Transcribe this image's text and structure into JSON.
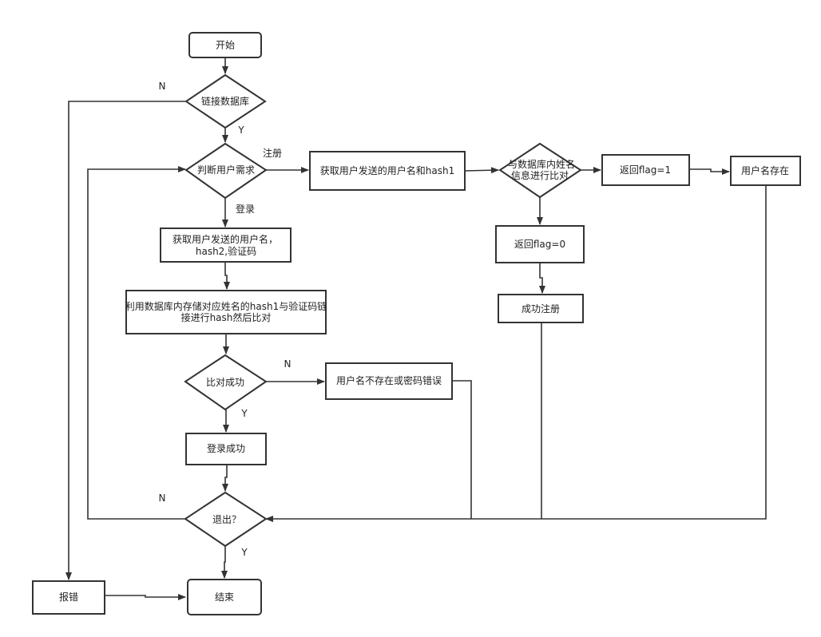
{
  "nodes": {
    "start": "开始",
    "connect_db": "链接数据库",
    "judge_need": "判断用户需求",
    "get_name_hash1": "获取用户发送的用户名和hash1",
    "compare_db_line1": "与数据库内姓名",
    "compare_db_line2": "信息进行比对",
    "return_flag1": "返回flag=1",
    "username_exists": "用户名存在",
    "return_flag0": "返回flag=0",
    "register_success": "成功注册",
    "get_name_hash2_line1": "获取用户发送的用户名，",
    "get_name_hash2_line2": "hash2,验证码",
    "db_hash_line1": "利用数据库内存储对应姓名的hash1与验证码链",
    "db_hash_line2": "接进行hash然后比对",
    "compare_success": "比对成功",
    "user_not_exist": "用户名不存在或密码错误",
    "login_success": "登录成功",
    "exit": "退出？",
    "error": "报错",
    "end": "结束"
  },
  "edge_labels": {
    "connect_no": "N",
    "connect_yes": "Y",
    "register": "注册",
    "login": "登录",
    "compare_no": "N",
    "compare_yes": "Y",
    "exit_no": "N",
    "exit_yes": "Y"
  }
}
